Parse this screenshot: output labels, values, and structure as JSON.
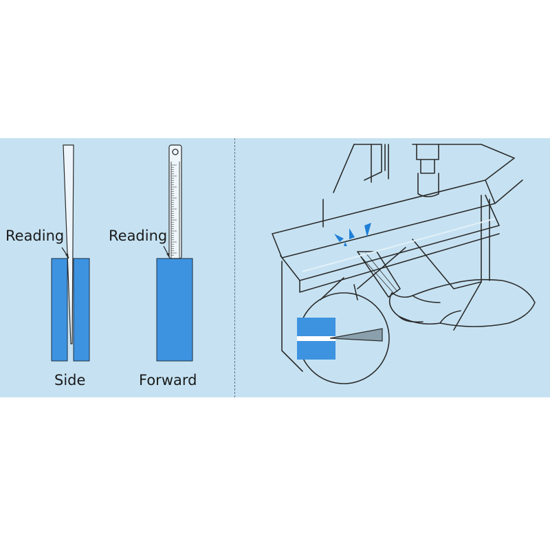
{
  "labels": {
    "side_reading": "Reading",
    "forward_reading": "Reading",
    "side": "Side",
    "forward": "Forward"
  },
  "colors": {
    "panel_bg": "#c6e2f2",
    "block_blue": "#3d93e0",
    "line_dark": "#2a2a2a",
    "spark_blue": "#1f7fd6"
  }
}
